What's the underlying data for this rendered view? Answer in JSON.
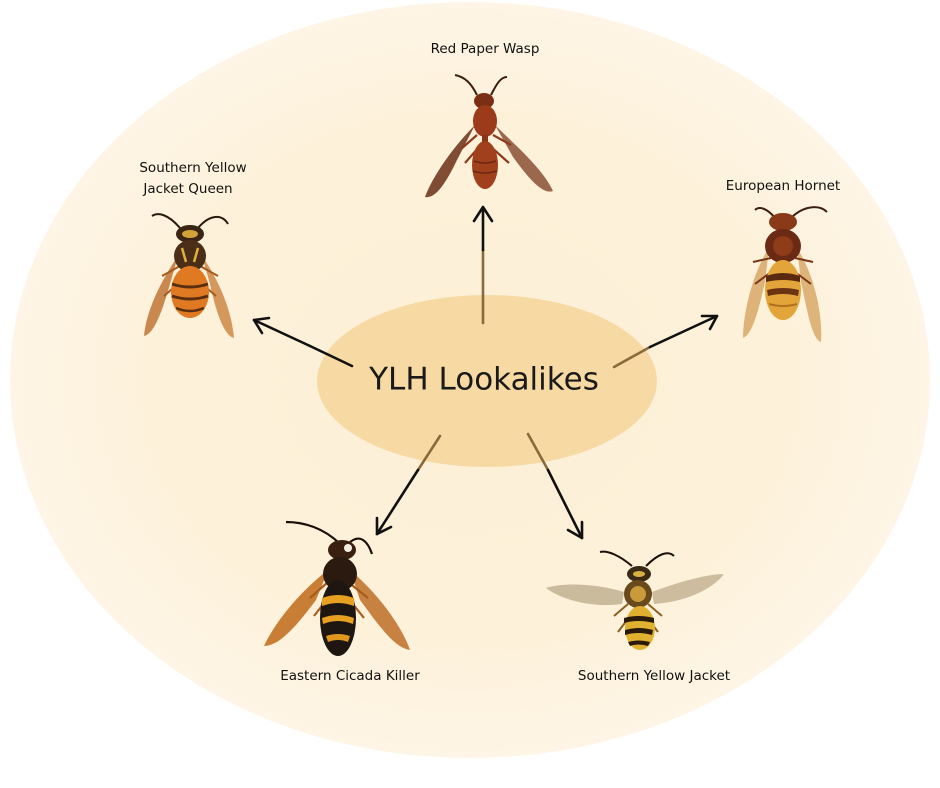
{
  "diagram": {
    "center_label": "YLH Lookalikes",
    "colors": {
      "outer_fill": "#fdf1d9",
      "center_fill": "#f7d9a4",
      "arrow_color": "#111111",
      "arrow_tail_color": "#8a6a3a"
    },
    "nodes": [
      {
        "id": "red-paper-wasp",
        "label_lines": [
          "Red Paper Wasp"
        ],
        "image": "red-paper-wasp-photo"
      },
      {
        "id": "southern-yellow-jacket-queen",
        "label_lines": [
          "Southern Yellow",
          "Jacket Queen"
        ],
        "image": "southern-yellow-jacket-queen-photo"
      },
      {
        "id": "european-hornet",
        "label_lines": [
          "European Hornet"
        ],
        "image": "european-hornet-photo"
      },
      {
        "id": "eastern-cicada-killer",
        "label_lines": [
          "Eastern Cicada Killer"
        ],
        "image": "eastern-cicada-killer-photo"
      },
      {
        "id": "southern-yellow-jacket",
        "label_lines": [
          "Southern Yellow Jacket"
        ],
        "image": "southern-yellow-jacket-photo"
      }
    ]
  }
}
